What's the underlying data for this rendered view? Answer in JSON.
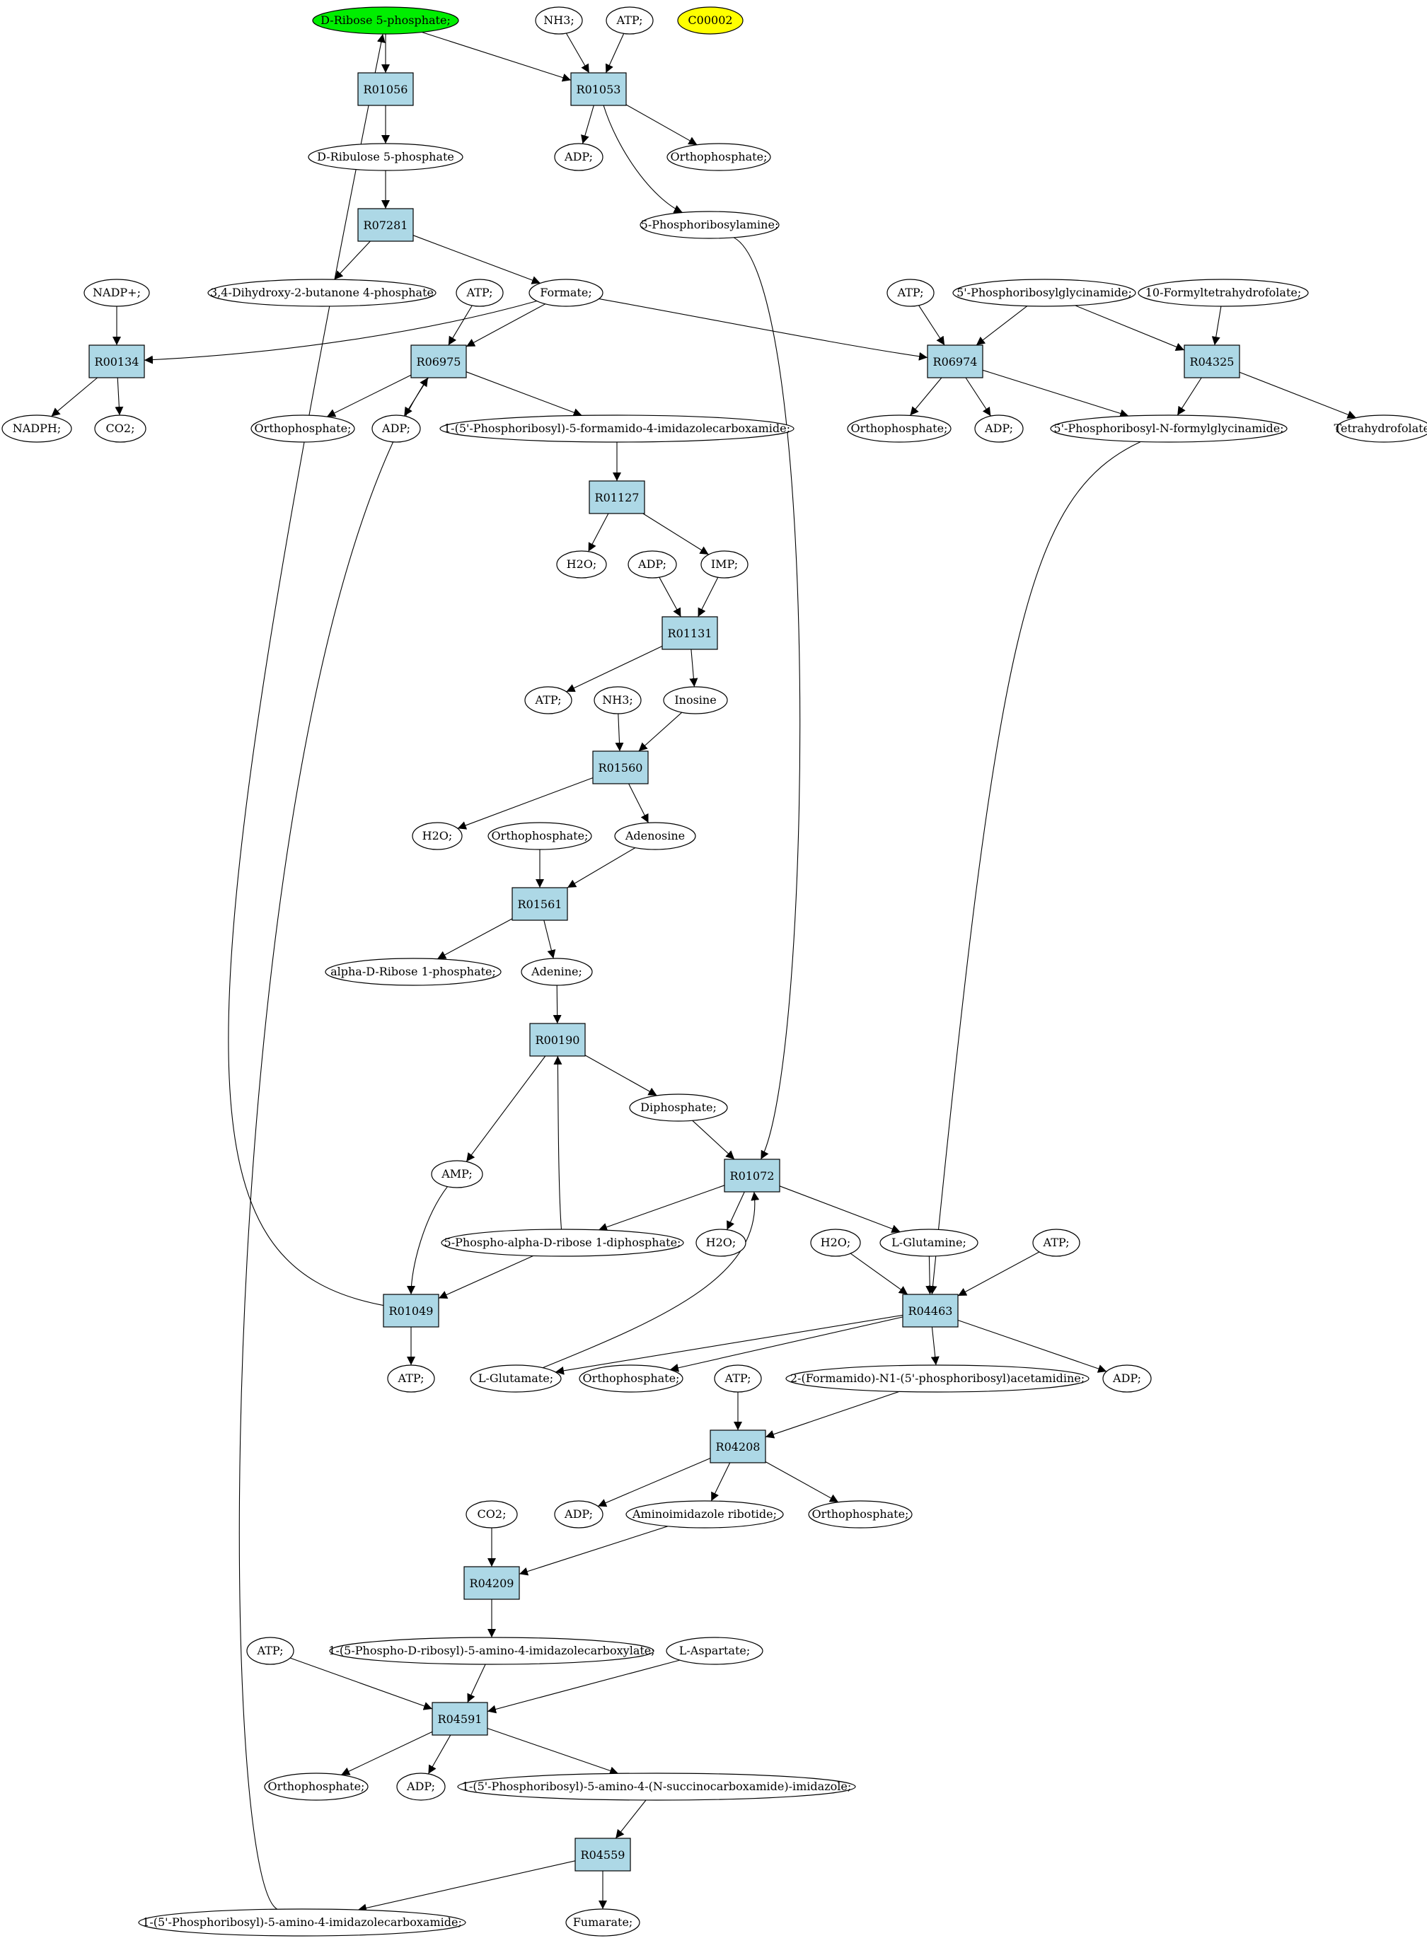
{
  "colors": {
    "reaction_fill": "#add8e6",
    "start_fill": "#00ee00",
    "marker_fill": "#ffff00",
    "metabolite_fill": "#ffffff"
  },
  "reactions": [
    {
      "id": "r01056",
      "label": "R01056"
    },
    {
      "id": "r01053",
      "label": "R01053"
    },
    {
      "id": "r07281",
      "label": "R07281"
    },
    {
      "id": "r00134",
      "label": "R00134"
    },
    {
      "id": "r06975",
      "label": "R06975"
    },
    {
      "id": "r06974",
      "label": "R06974"
    },
    {
      "id": "r04325",
      "label": "R04325"
    },
    {
      "id": "r01127",
      "label": "R01127"
    },
    {
      "id": "r01131",
      "label": "R01131"
    },
    {
      "id": "r01560",
      "label": "R01560"
    },
    {
      "id": "r01561",
      "label": "R01561"
    },
    {
      "id": "r00190",
      "label": "R00190"
    },
    {
      "id": "r01072",
      "label": "R01072"
    },
    {
      "id": "r01049",
      "label": "R01049"
    },
    {
      "id": "r04463",
      "label": "R04463"
    },
    {
      "id": "r04208",
      "label": "R04208"
    },
    {
      "id": "r04209",
      "label": "R04209"
    },
    {
      "id": "r04591",
      "label": "R04591"
    },
    {
      "id": "r04559",
      "label": "R04559"
    }
  ],
  "metabolites": [
    {
      "id": "ribose5p",
      "label": "D-Ribose 5-phosphate;",
      "fill": "#00ee00"
    },
    {
      "id": "nh3_a",
      "label": "NH3;"
    },
    {
      "id": "atp_a",
      "label": "ATP;"
    },
    {
      "id": "c00002",
      "label": "C00002",
      "fill": "#ffff00"
    },
    {
      "id": "ru5p",
      "label": "D-Ribulose 5-phosphate"
    },
    {
      "id": "adp_a",
      "label": "ADP;"
    },
    {
      "id": "pi_a",
      "label": "Orthophosphate;"
    },
    {
      "id": "pra",
      "label": "5-Phosphoribosylamine;"
    },
    {
      "id": "dhbp",
      "label": "3,4-Dihydroxy-2-butanone 4-phosphate"
    },
    {
      "id": "nadp",
      "label": "NADP+;"
    },
    {
      "id": "atp_b",
      "label": "ATP;"
    },
    {
      "id": "formate",
      "label": "Formate;"
    },
    {
      "id": "atp_c",
      "label": "ATP;"
    },
    {
      "id": "gar",
      "label": "5'-Phosphoribosylglycinamide;"
    },
    {
      "id": "fthf",
      "label": "10-Formyltetrahydrofolate;"
    },
    {
      "id": "nadph",
      "label": "NADPH;"
    },
    {
      "id": "co2_a",
      "label": "CO2;"
    },
    {
      "id": "pi_b",
      "label": "Orthophosphate;"
    },
    {
      "id": "adp_b",
      "label": "ADP;"
    },
    {
      "id": "faicar",
      "label": "1-(5'-Phosphoribosyl)-5-formamido-4-imidazolecarboxamide;"
    },
    {
      "id": "pi_c",
      "label": "Orthophosphate;"
    },
    {
      "id": "adp_c",
      "label": "ADP;"
    },
    {
      "id": "fgar",
      "label": "5'-Phosphoribosyl-N-formylglycinamide;"
    },
    {
      "id": "thf",
      "label": "Tetrahydrofolate;"
    },
    {
      "id": "h2o_a",
      "label": "H2O;"
    },
    {
      "id": "adp_d",
      "label": "ADP;"
    },
    {
      "id": "imp",
      "label": "IMP;"
    },
    {
      "id": "atp_d",
      "label": "ATP;"
    },
    {
      "id": "nh3_b",
      "label": "NH3;"
    },
    {
      "id": "inosine",
      "label": "Inosine"
    },
    {
      "id": "h2o_b",
      "label": "H2O;"
    },
    {
      "id": "pi_d",
      "label": "Orthophosphate;"
    },
    {
      "id": "adenosine",
      "label": "Adenosine"
    },
    {
      "id": "r1p",
      "label": "alpha-D-Ribose 1-phosphate;"
    },
    {
      "id": "adenine",
      "label": "Adenine;"
    },
    {
      "id": "ppi",
      "label": "Diphosphate;"
    },
    {
      "id": "amp",
      "label": "AMP;"
    },
    {
      "id": "prpp",
      "label": "5-Phospho-alpha-D-ribose 1-diphosphate;"
    },
    {
      "id": "h2o_c",
      "label": "H2O;"
    },
    {
      "id": "h2o_d",
      "label": "H2O;"
    },
    {
      "id": "gln",
      "label": "L-Glutamine;"
    },
    {
      "id": "atp_e",
      "label": "ATP;"
    },
    {
      "id": "atp_f",
      "label": "ATP;"
    },
    {
      "id": "glu",
      "label": "L-Glutamate;"
    },
    {
      "id": "pi_e",
      "label": "Orthophosphate;"
    },
    {
      "id": "atp_g",
      "label": "ATP;"
    },
    {
      "id": "fgam",
      "label": "2-(Formamido)-N1-(5'-phosphoribosyl)acetamidine;"
    },
    {
      "id": "adp_e",
      "label": "ADP;"
    },
    {
      "id": "co2_b",
      "label": "CO2;"
    },
    {
      "id": "adp_f",
      "label": "ADP;"
    },
    {
      "id": "air",
      "label": "Aminoimidazole ribotide;"
    },
    {
      "id": "pi_f",
      "label": "Orthophosphate;"
    },
    {
      "id": "atp_h",
      "label": "ATP;"
    },
    {
      "id": "cair",
      "label": "1-(5-Phospho-D-ribosyl)-5-amino-4-imidazolecarboxylate;"
    },
    {
      "id": "asp",
      "label": "L-Aspartate;"
    },
    {
      "id": "pi_g",
      "label": "Orthophosphate;"
    },
    {
      "id": "adp_g",
      "label": "ADP;"
    },
    {
      "id": "saicar",
      "label": "1-(5'-Phosphoribosyl)-5-amino-4-(N-succinocarboxamide)-imidazole;"
    },
    {
      "id": "aicar",
      "label": "1-(5'-Phosphoribosyl)-5-amino-4-imidazolecarboxamide;"
    },
    {
      "id": "fumarate",
      "label": "Fumarate;"
    }
  ]
}
